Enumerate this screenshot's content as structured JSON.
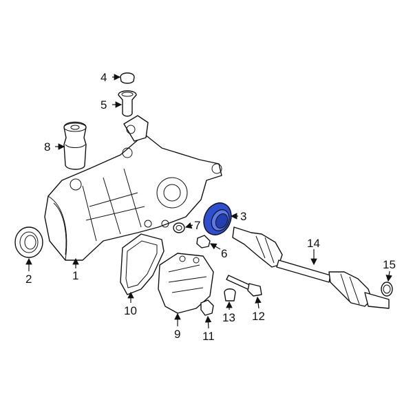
{
  "diagram": {
    "highlight_color": "#2f4fd0",
    "highlighted_part": "3",
    "callouts": [
      {
        "id": "c1",
        "label": "1"
      },
      {
        "id": "c2",
        "label": "2"
      },
      {
        "id": "c3",
        "label": "3"
      },
      {
        "id": "c4",
        "label": "4"
      },
      {
        "id": "c5",
        "label": "5"
      },
      {
        "id": "c6",
        "label": "6"
      },
      {
        "id": "c7",
        "label": "7"
      },
      {
        "id": "c8",
        "label": "8"
      },
      {
        "id": "c9",
        "label": "9"
      },
      {
        "id": "c10",
        "label": "10"
      },
      {
        "id": "c11",
        "label": "11"
      },
      {
        "id": "c12",
        "label": "12"
      },
      {
        "id": "c13",
        "label": "13"
      },
      {
        "id": "c14",
        "label": "14"
      },
      {
        "id": "c15",
        "label": "15"
      }
    ]
  }
}
